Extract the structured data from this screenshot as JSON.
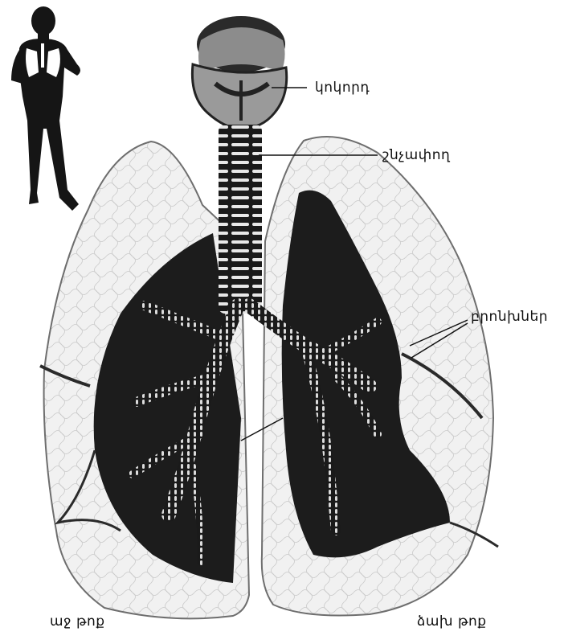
{
  "labels": {
    "larynx": "կոկորդ",
    "trachea": "շնչափող",
    "bronchi": "բրոնխներ",
    "right_lung": "աջ թոք",
    "left_lung": "ձախ թոք"
  },
  "colors": {
    "ink": "#111111",
    "lung_tissue": "#ededed",
    "dark_tissue": "#1c1c1c",
    "background": "#ffffff"
  },
  "icons": [
    "human-silhouette-icon"
  ]
}
